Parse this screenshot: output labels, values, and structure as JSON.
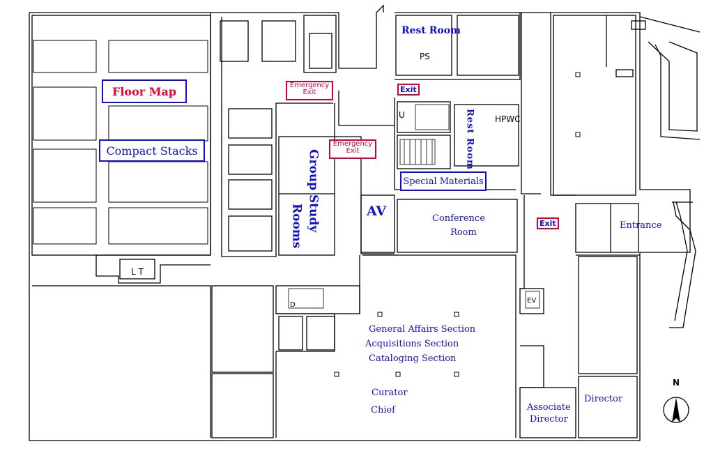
{
  "title": "Floor Map",
  "labels": {
    "compact_stacks": "Compact Stacks",
    "rest_room_top": "Rest Room",
    "ps": "PS",
    "emergency_exit_1": [
      "Emergency",
      "Exit"
    ],
    "emergency_exit_2": [
      "Emergency",
      "Exit"
    ],
    "exit_1": "Exit",
    "exit_2": "Exit",
    "u": "U",
    "rest_room_vertical": "Rest Room",
    "hpwc": "HPWC",
    "group_study_rooms": [
      "Group Study",
      "Rooms"
    ],
    "special_materials": "Special Materials",
    "av": "AV",
    "conference_room": [
      "Conference",
      "Room"
    ],
    "entrance": "Entrance",
    "lt": "L T",
    "d": "D",
    "ev": "EV",
    "general_affairs": "General Affairs Section",
    "acquisitions": "Acquisitions Section",
    "cataloging": "Cataloging Section",
    "curator": "Curator",
    "chief": "Chief",
    "associate_director": [
      "Associate",
      "Director"
    ],
    "director": "Director",
    "north": "N"
  },
  "colors": {
    "label_blue": "#1010c8",
    "title_red": "#e8003a",
    "exit_red": "#d0003a",
    "wall": "#000000"
  }
}
